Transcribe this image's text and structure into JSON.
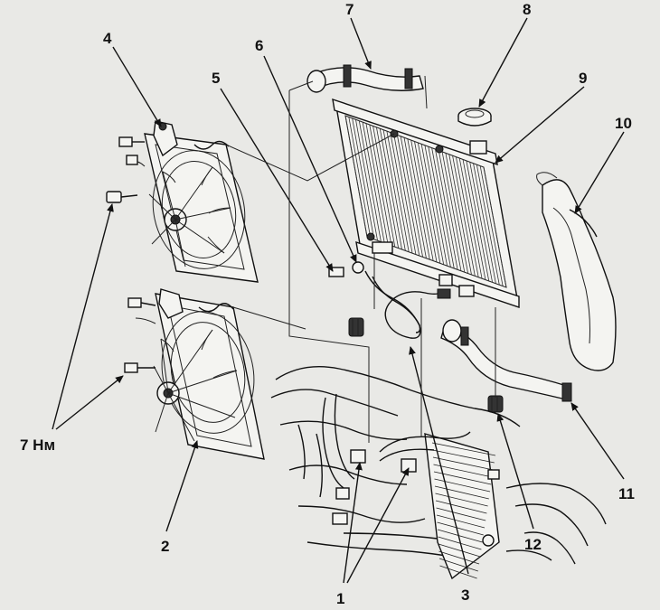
{
  "callouts": {
    "c1": "1",
    "c2": "2",
    "c3": "3",
    "c4": "4",
    "c5": "5",
    "c6": "6",
    "c7": "7",
    "c8": "8",
    "c9": "9",
    "c10": "10",
    "c11": "11",
    "c12": "12",
    "torque": "7 Нм"
  }
}
